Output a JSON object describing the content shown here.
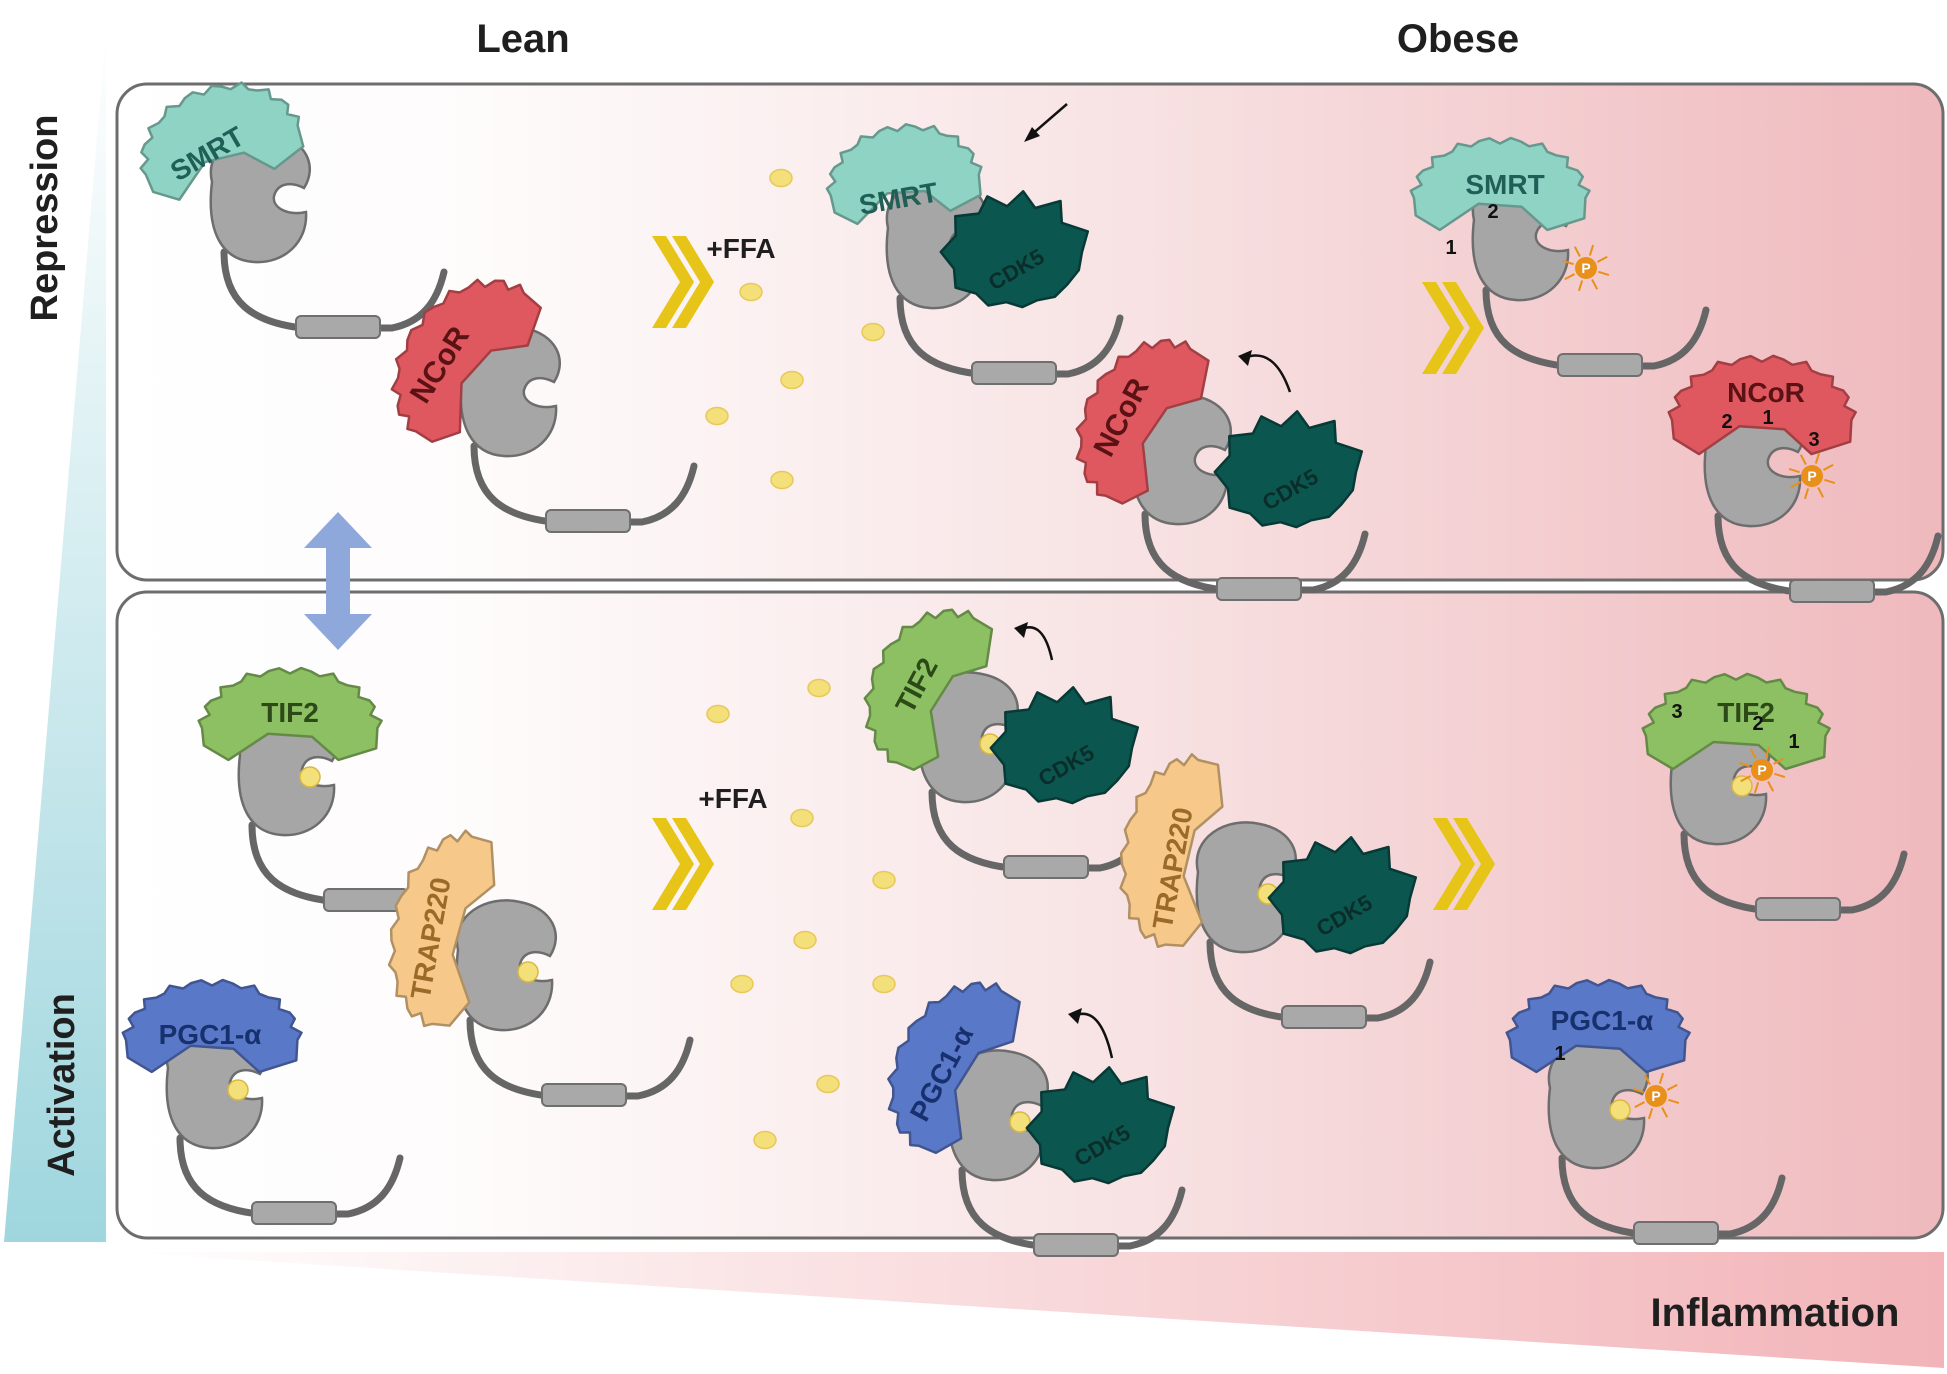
{
  "headers": {
    "lean": "Lean",
    "obese": "Obese"
  },
  "side_labels": {
    "repression": "Repression",
    "activation": "Activation"
  },
  "bottom_label": "Inflammation",
  "ffa_label": "+FFA",
  "proteins": {
    "smrt": "SMRT",
    "ncor": "NCoR",
    "tif2": "TIF2",
    "trap220": "TRAP220",
    "pgc1a": "PGC1-α",
    "cdk5": "CDK5"
  },
  "phospho_mark": "P",
  "site_numbers": {
    "smrt": [
      "1",
      "2"
    ],
    "ncor": [
      "2",
      "1",
      "3"
    ],
    "tif2": [
      "3",
      "2",
      "1"
    ],
    "pgc1a": [
      "1"
    ]
  },
  "colors": {
    "smrt": "#8fd3c4",
    "ncor": "#e0585f",
    "tif2": "#8cc063",
    "trap220": "#f6c98a",
    "pgc1a": "#5a78c8",
    "cdk5": "#0c5650",
    "receptor": "#a6a6a6",
    "chevron": "#e6c418",
    "ffa": "#f4e07a",
    "phospho": "#e8901a",
    "inflammation": "#f2b7ba",
    "side_gradient": "#9fd6de",
    "double_arrow": "#8fa8dc"
  }
}
